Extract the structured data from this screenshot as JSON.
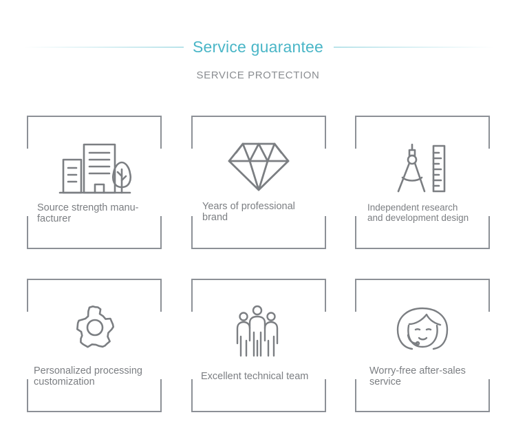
{
  "header": {
    "title": "Service guarantee",
    "subtitle": "SERVICE PROTECTION"
  },
  "colors": {
    "accent": "#4ab6c7",
    "border": "#8c9096",
    "icon": "#7b7e82",
    "text": "#7b7e82"
  },
  "cards": [
    {
      "icon": "buildings-icon",
      "line1": "Source strength manu-",
      "line2": "facturer"
    },
    {
      "icon": "diamond-icon",
      "line1": "Years of professional",
      "line2": "brand"
    },
    {
      "icon": "compass-ruler-icon",
      "line1": "Independent research",
      "line2": "and development design"
    },
    {
      "icon": "gear-icon",
      "line1": "Personalized processing",
      "line2": "customization"
    },
    {
      "icon": "team-icon",
      "line1": "Excellent technical team",
      "line2": ""
    },
    {
      "icon": "customer-service-icon",
      "line1": "Worry-free after-sales",
      "line2": "service"
    }
  ]
}
